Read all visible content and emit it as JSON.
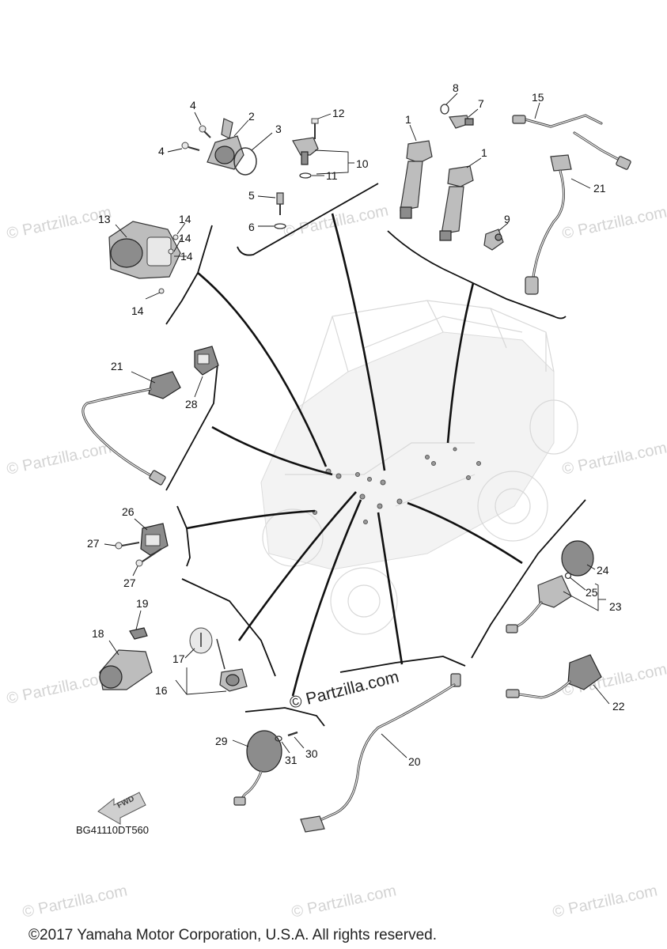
{
  "diagram_code": "BG41110DT560",
  "copyright": "©2017 Yamaha Motor Corporation, U.S.A. All rights reserved.",
  "watermark": "© Partzilla.com",
  "watermark_short": "Partzilla.com",
  "fwd_label": "FWD",
  "callouts": [
    "1",
    "1",
    "2",
    "3",
    "4",
    "4",
    "5",
    "6",
    "7",
    "8",
    "9",
    "10",
    "11",
    "12",
    "13",
    "14",
    "14",
    "14",
    "14",
    "15",
    "16",
    "17",
    "18",
    "19",
    "20",
    "21",
    "21",
    "22",
    "23",
    "24",
    "25",
    "26",
    "27",
    "27",
    "28",
    "29",
    "30",
    "31"
  ],
  "colors": {
    "line": "#111111",
    "part": "#bdbdbd",
    "watermark": "#d3d3d3"
  }
}
